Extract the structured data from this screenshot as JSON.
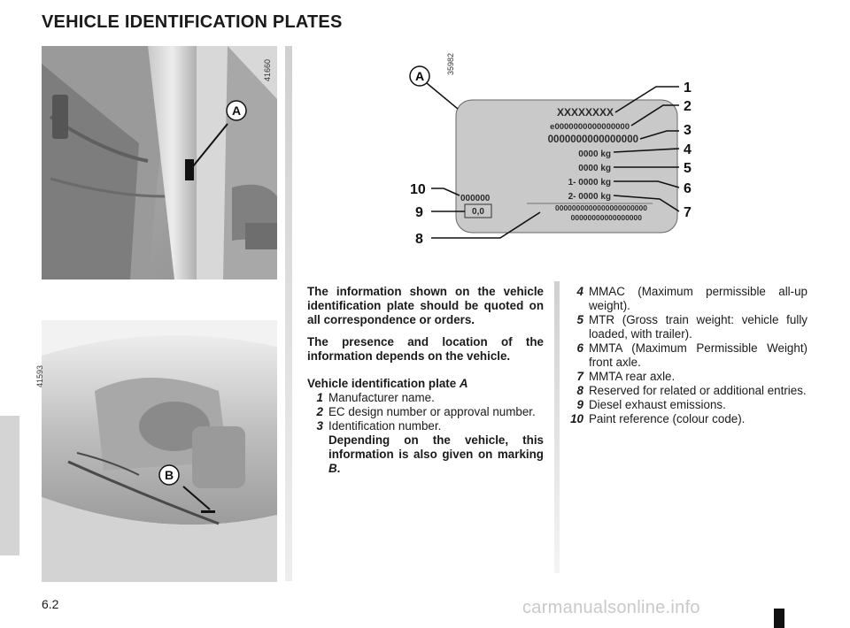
{
  "header": {
    "title": "VEHICLE IDENTIFICATION PLATES"
  },
  "figures": {
    "photo_top_code": "41660",
    "photo_bottom_code": "41593",
    "plate_code": "35982",
    "marker_a": "A",
    "marker_b": "B"
  },
  "plate": {
    "marker": "A",
    "lines": [
      "XXXXXXXX",
      "e0000000000000000",
      "0000000000000000",
      "0000 kg",
      "0000 kg",
      "1- 0000 kg",
      "2- 0000 kg",
      "0000000000000000000000",
      "00000000000000000"
    ],
    "paint_code": "000000",
    "emission_box": "0,0",
    "callouts_right": [
      "1",
      "2",
      "3",
      "4",
      "5",
      "6",
      "7"
    ],
    "callouts_left": [
      "10",
      "9",
      "8"
    ]
  },
  "content": {
    "intro_1": "The information shown on the vehicle identification plate should be quoted on all correspondence or orders.",
    "intro_2": "The presence and location of the information depends on the vehicle.",
    "plate_heading_text": "Vehicle identification plate ",
    "plate_heading_ref": "A",
    "items_left": [
      {
        "num": "1",
        "text": "Manufacturer name."
      },
      {
        "num": "2",
        "text": "EC design number or approval number."
      },
      {
        "num": "3",
        "text": "Identification number."
      }
    ],
    "note_text": "Depending on the vehicle, this information is also given on marking ",
    "note_ref": "B",
    "note_end": ".",
    "items_right": [
      {
        "num": "4",
        "text": "MMAC (Maximum permissible all-up weight)."
      },
      {
        "num": "5",
        "text": "MTR (Gross train weight: vehicle fully loaded, with trailer)."
      },
      {
        "num": "6",
        "text": "MMTA (Maximum Permissible Weight) front axle."
      },
      {
        "num": "7",
        "text": "MMTA rear axle."
      },
      {
        "num": "8",
        "text": "Reserved for related or additional entries."
      },
      {
        "num": "9",
        "text": "Diesel exhaust emissions."
      },
      {
        "num": "10",
        "text": "Paint reference (colour code)."
      }
    ]
  },
  "footer": {
    "page_number": "6.2",
    "watermark": "carmanualsonline.info"
  }
}
